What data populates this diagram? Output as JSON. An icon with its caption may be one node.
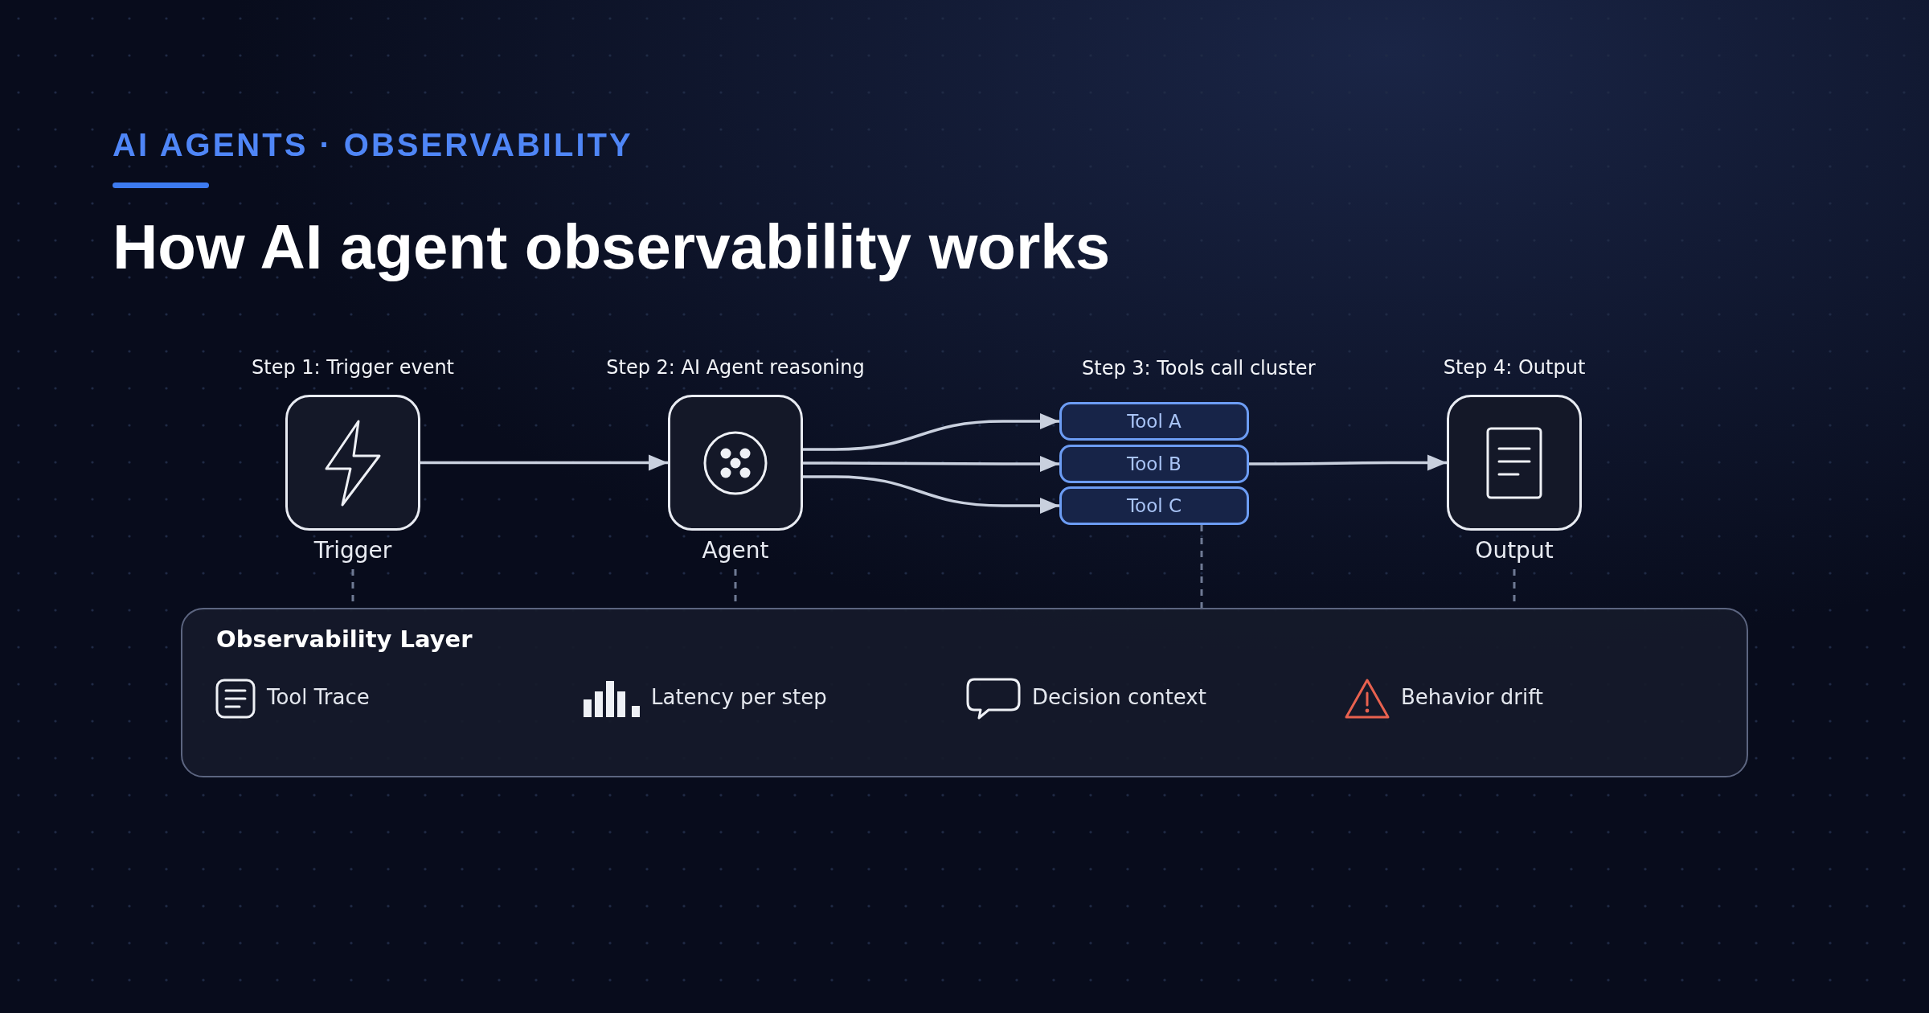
{
  "diagram": {
    "title": "How AI agent observability works",
    "nodes": [
      {
        "text": [
          "Step 1: Trigger event"
        ],
        "beside": [
          "Trigger"
        ]
      },
      {
        "text": [
          "Step 2: AI Agent reasoning"
        ],
        "beside": [
          "Agent"
        ]
      },
      {
        "text": [
          "Tool A"
        ]
      },
      {
        "text": [
          "Tool B"
        ]
      },
      {
        "text": [
          "Tool C"
        ]
      },
      {
        "text": [
          "Step 4: Output"
        ],
        "beside": [
          "Output"
        ]
      },
      {
        "text": [
          "Observability Layer"
        ]
      }
    ],
    "edges": [
      {
        "from": 0,
        "to": 1,
        "arrow": "to"
      },
      {
        "from": 1,
        "to": 2,
        "arrow": "to"
      },
      {
        "from": 1,
        "to": 3,
        "arrow": "to"
      },
      {
        "from": 1,
        "to": 4,
        "arrow": "to"
      },
      {
        "from": 3,
        "to": 5,
        "arrow": "to"
      },
      {
        "from": 0,
        "to": 6,
        "arrow": "none",
        "style": "dashed",
        "color": "#6f7a94"
      },
      {
        "from": 1,
        "to": 6,
        "arrow": "none",
        "style": "dashed",
        "color": "#6f7a94"
      },
      {
        "from": 4,
        "to": 6,
        "arrow": "none",
        "style": "dashed",
        "color": "#6f7a94"
      },
      {
        "from": 5,
        "to": 6,
        "arrow": "none",
        "style": "dashed",
        "color": "#6f7a94"
      }
    ],
    "labels": [
      "AI AGENTS · OBSERVABILITY",
      "Step 3: Tools call cluster",
      "Tool Trace",
      "Latency per step",
      "Decision context",
      "Behavior drift"
    ]
  }
}
